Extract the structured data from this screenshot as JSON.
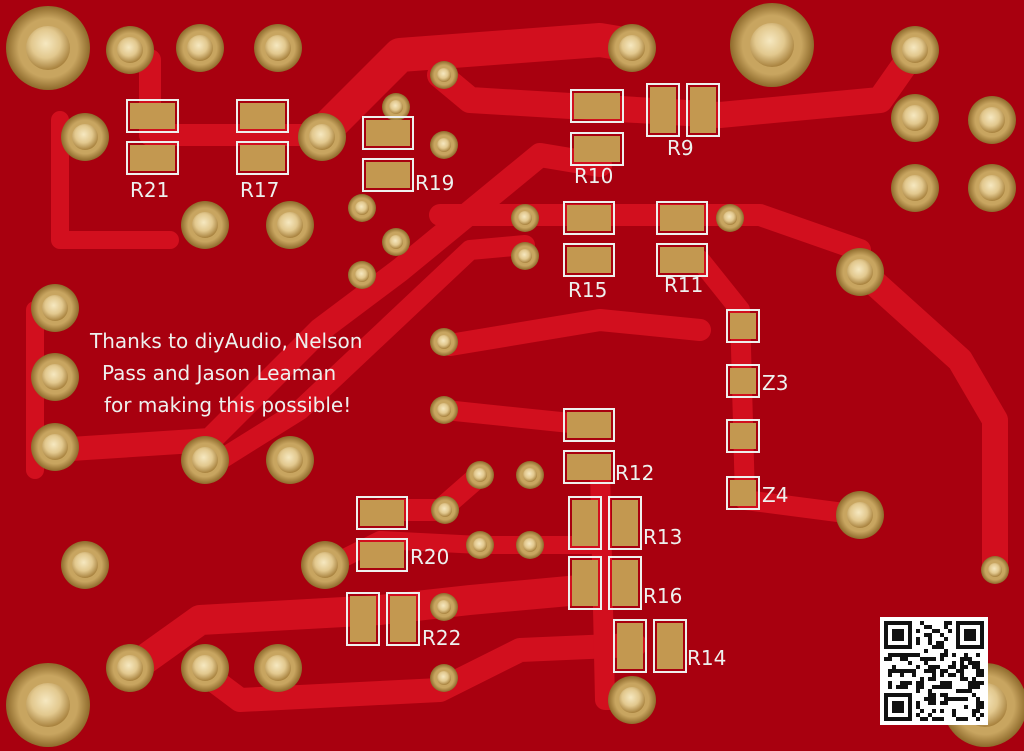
{
  "colors": {
    "substrate": "#b00012",
    "copper": "#d0101c",
    "pad_gold": "#c8a560",
    "pad_light": "#f0dfb0",
    "silkscreen": "#eef0ee",
    "smd_pad": "#c39850"
  },
  "silkscreen": {
    "message_line1": "Thanks to diyAudio, Nelson",
    "message_line2": "Pass and Jason Leaman",
    "message_line3": "for making this possible!"
  },
  "labels": {
    "R21": "R21",
    "R17": "R17",
    "R19": "R19",
    "R10": "R10",
    "R9": "R9",
    "R15": "R15",
    "R11": "R11",
    "Z3": "Z3",
    "Z4": "Z4",
    "R12": "R12",
    "R13": "R13",
    "R20": "R20",
    "R16": "R16",
    "R22": "R22",
    "R14": "R14"
  },
  "icons": {
    "qr": "qr-code-icon"
  }
}
